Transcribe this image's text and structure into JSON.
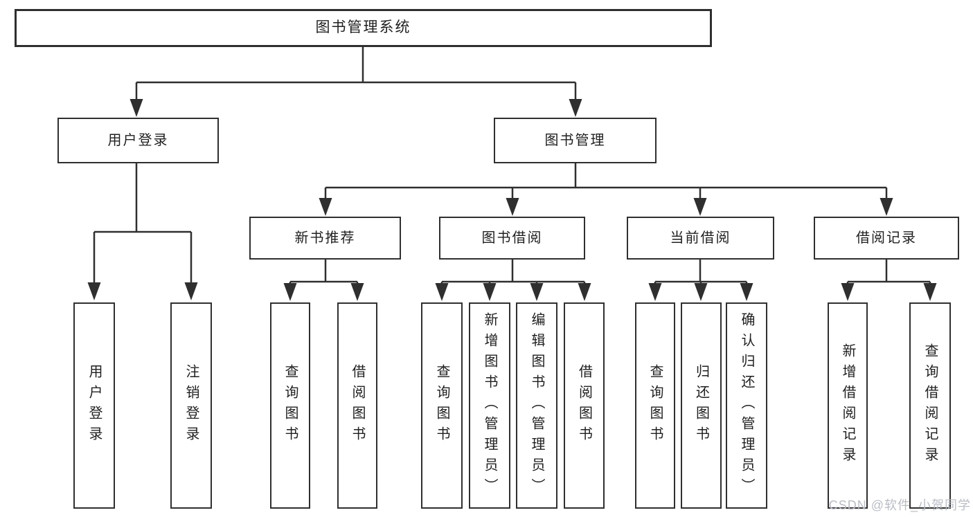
{
  "root": {
    "label": "图书管理系统"
  },
  "login_branch": {
    "label": "用户登录",
    "children": [
      {
        "label": "用户登录"
      },
      {
        "label": "注销登录"
      }
    ]
  },
  "management_branch": {
    "label": "图书管理",
    "groups": [
      {
        "label": "新书推荐",
        "children": [
          {
            "label": "查询图书"
          },
          {
            "label": "借阅图书"
          }
        ]
      },
      {
        "label": "图书借阅",
        "children": [
          {
            "label": "查询图书"
          },
          {
            "label": "新增图书（管理员）"
          },
          {
            "label": "编辑图书（管理员）"
          },
          {
            "label": "借阅图书"
          }
        ]
      },
      {
        "label": "当前借阅",
        "children": [
          {
            "label": "查询图书"
          },
          {
            "label": "归还图书"
          },
          {
            "label": "确认归还（管理员）"
          }
        ]
      },
      {
        "label": "借阅记录",
        "children": [
          {
            "label": "新增借阅记录"
          },
          {
            "label": "查询借阅记录"
          }
        ]
      }
    ]
  },
  "watermark": {
    "text": "CSDN @软件_小贺同学"
  },
  "colors": {
    "line": "#2f2f2f",
    "box_border": "#2f2f2f",
    "box_fill": "#ffffff",
    "text": "#1f1f1f",
    "background": "#ffffff",
    "watermark": "#b9bdc4"
  }
}
